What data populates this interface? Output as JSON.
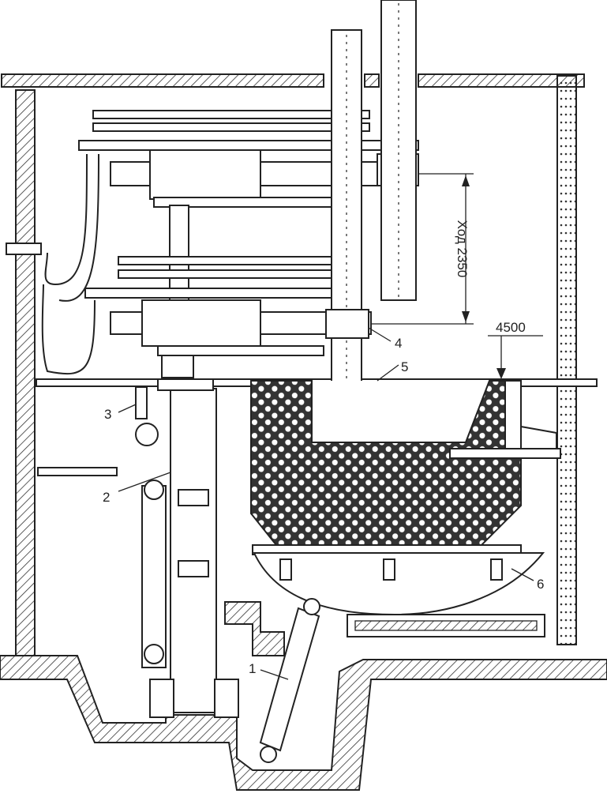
{
  "title_hidden": "",
  "labels": {
    "stroke": "Ход 2350",
    "level": "4500",
    "n1": "1",
    "n2": "2",
    "n3": "3",
    "n4": "4",
    "n5": "5",
    "n6": "6"
  },
  "colors": {
    "ink": "#222222",
    "background": "#ffffff"
  }
}
